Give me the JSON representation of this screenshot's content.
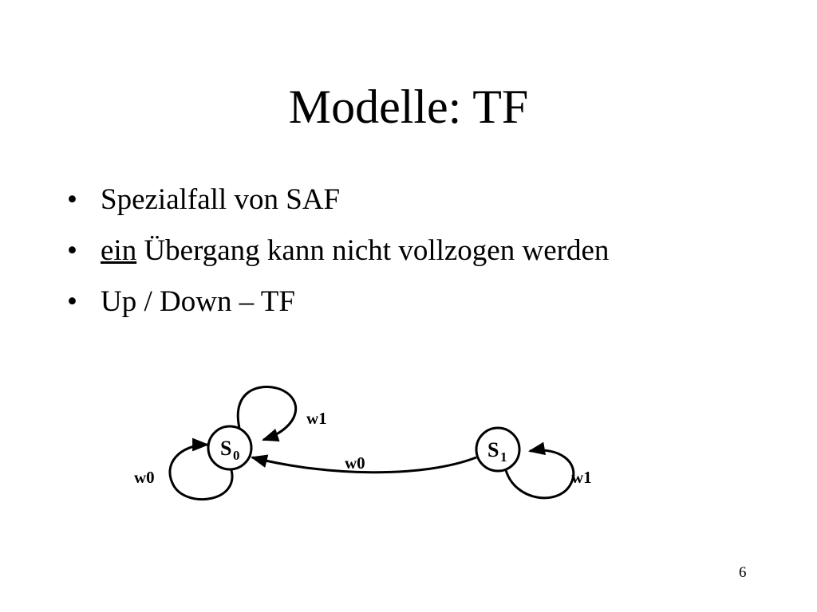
{
  "slide": {
    "title": "Modelle: TF",
    "page_number": "6",
    "bullets": [
      {
        "bullet": "•",
        "underlined": "",
        "text": "Spezialfall von SAF"
      },
      {
        "bullet": "•",
        "underlined": "ein",
        "text": " Übergang kann nicht vollzogen werden"
      },
      {
        "bullet": "•",
        "underlined": "",
        "text": "Up / Down – TF"
      }
    ]
  },
  "diagram": {
    "states": [
      {
        "id": "S0",
        "label": "S",
        "subscript": "0"
      },
      {
        "id": "S1",
        "label": "S",
        "subscript": "1"
      }
    ],
    "transitions": [
      {
        "from": "S0",
        "to": "S0",
        "label": "w1"
      },
      {
        "from": "S0",
        "to": "S0",
        "label": "w0"
      },
      {
        "from": "S1",
        "to": "S0",
        "label": "w0"
      },
      {
        "from": "S1",
        "to": "S1",
        "label": "w1"
      }
    ]
  }
}
